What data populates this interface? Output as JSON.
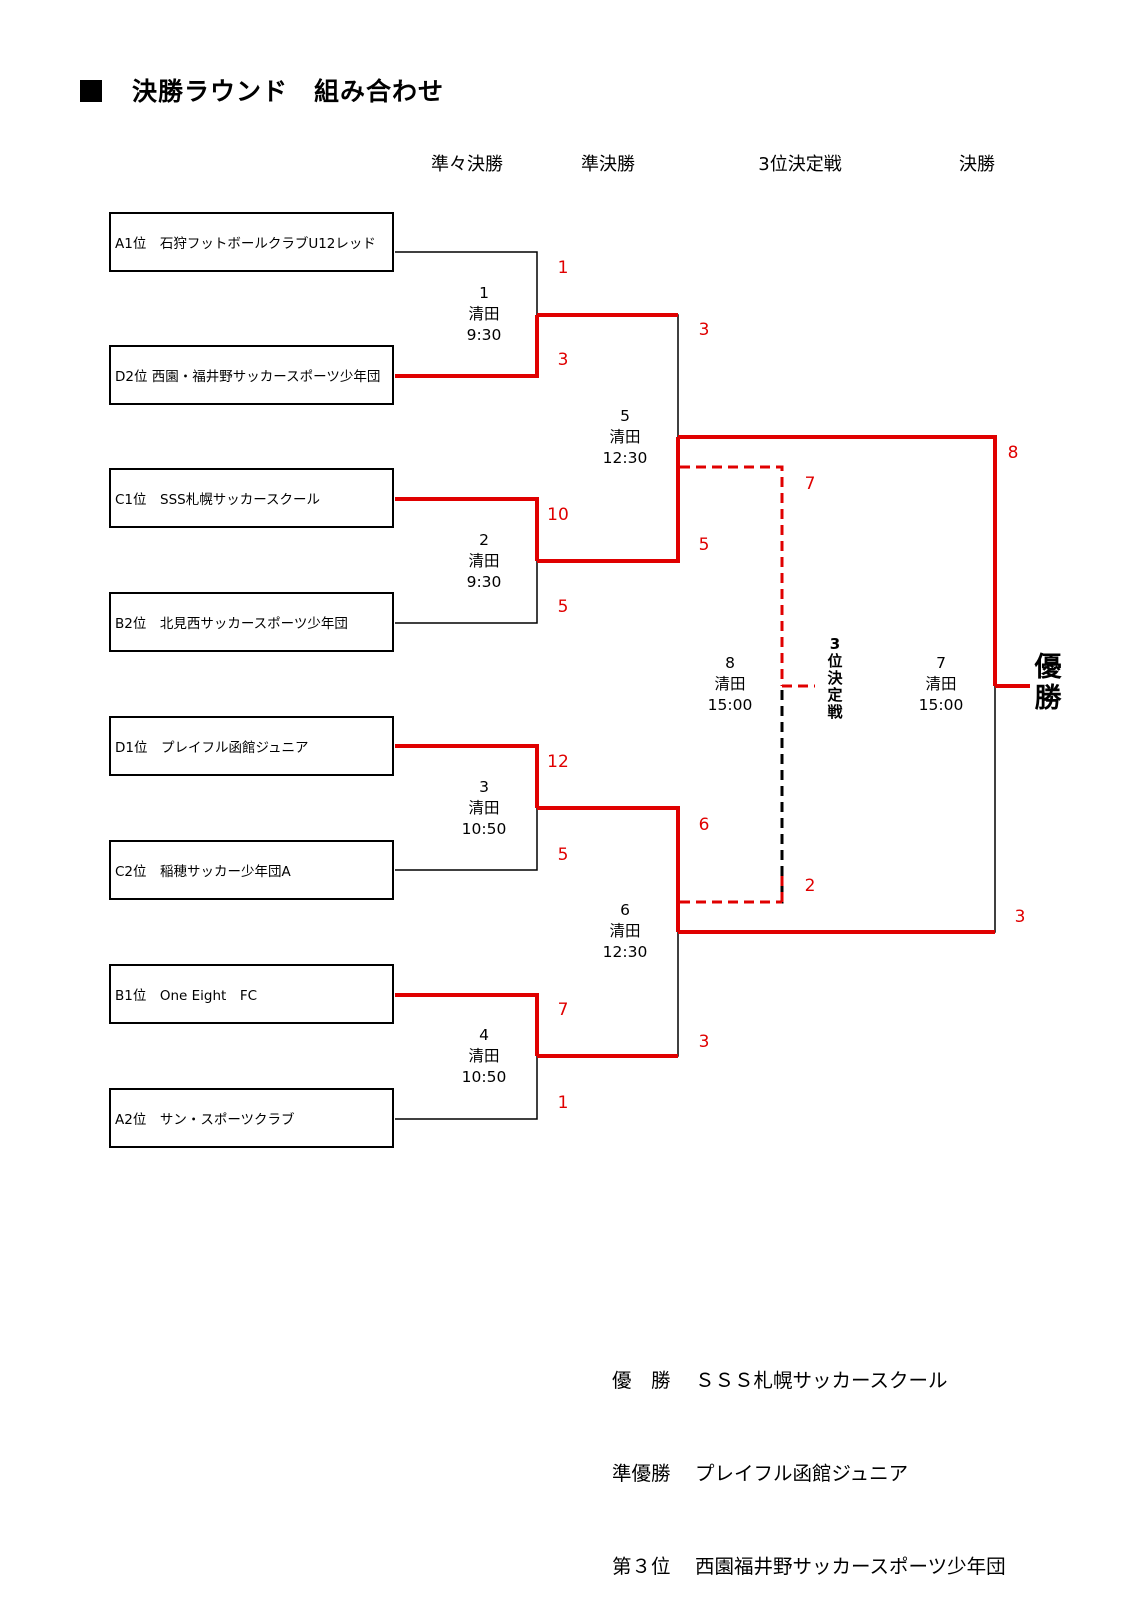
{
  "title": "決勝ラウンド　組み合わせ",
  "rounds": {
    "quarterfinal": "準々決勝",
    "semifinal": "準決勝",
    "third_place": "3位決定戦",
    "final": "決勝"
  },
  "teams": [
    {
      "seed": "A1位",
      "name": "石狩フットボールクラブU12レッド"
    },
    {
      "seed": "D2位",
      "name": "西園・福井野サッカースポーツ少年団"
    },
    {
      "seed": "C1位",
      "name": "SSS札幌サッカースクール"
    },
    {
      "seed": "B2位",
      "name": "北見西サッカースポーツ少年団"
    },
    {
      "seed": "D1位",
      "name": "プレイフル函館ジュニア"
    },
    {
      "seed": "C2位",
      "name": "稲穂サッカー少年団A"
    },
    {
      "seed": "B1位",
      "name": "One Eight　FC"
    },
    {
      "seed": "A2位",
      "name": "サン・スポーツクラブ"
    }
  ],
  "matches": [
    {
      "no": "1",
      "venue": "清田",
      "time": "9:30"
    },
    {
      "no": "2",
      "venue": "清田",
      "time": "9:30"
    },
    {
      "no": "3",
      "venue": "清田",
      "time": "10:50"
    },
    {
      "no": "4",
      "venue": "清田",
      "time": "10:50"
    },
    {
      "no": "5",
      "venue": "清田",
      "time": "12:30"
    },
    {
      "no": "6",
      "venue": "清田",
      "time": "12:30"
    },
    {
      "no": "8",
      "venue": "清田",
      "time": "15:00"
    },
    {
      "no": "7",
      "venue": "清田",
      "time": "15:00"
    }
  ],
  "scores": {
    "m1_top": "1",
    "m1_bottom": "3",
    "m2_top": "10",
    "m2_bottom": "5",
    "m3_top": "12",
    "m3_bottom": "5",
    "m4_top": "7",
    "m4_bottom": "1",
    "m5_top": "3",
    "m5_bottom": "5",
    "m6_top": "6",
    "m6_bottom": "3",
    "m8_top": "7",
    "m8_bottom": "2",
    "m7_top": "8",
    "m7_bottom": "3"
  },
  "third_place_label": [
    "3",
    "位",
    "決",
    "定",
    "戦"
  ],
  "winner_label": [
    "優",
    "勝"
  ],
  "results": [
    {
      "label": "優　勝",
      "team": "ＳＳＳ札幌サッカースクール"
    },
    {
      "label": "準優勝",
      "team": "プレイフル函館ジュニア"
    },
    {
      "label": "第３位",
      "team": "西園福井野サッカースポーツ少年団"
    }
  ],
  "colors": {
    "winner_line": "#e00000",
    "line": "#000000",
    "score": "#e00000"
  }
}
